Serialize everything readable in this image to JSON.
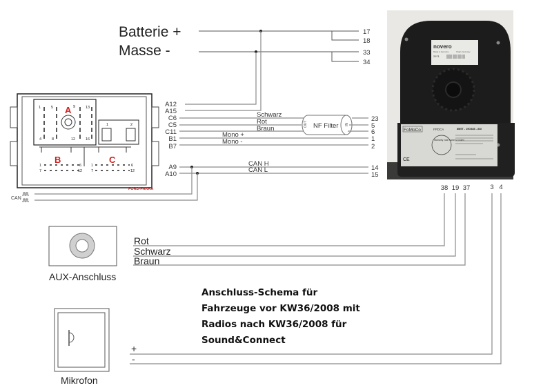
{
  "power": {
    "battery_label": "Batterie +",
    "ground_label": "Masse -",
    "battery_pins": [
      "17",
      "18"
    ],
    "ground_pins": [
      "33",
      "34"
    ]
  },
  "connector": {
    "name": "FORD-FAKRA",
    "blocks": {
      "a": "A",
      "b": "B",
      "c": "C"
    },
    "block_a_pins": [
      "1",
      "5",
      "9",
      "13",
      "4",
      "8",
      "12",
      "16"
    ],
    "block_b_pins": [
      "1",
      "6",
      "7",
      "12"
    ],
    "block_c_pins": [
      "1",
      "6",
      "7",
      "12"
    ],
    "block_small_pins": [
      "1",
      "2"
    ],
    "can_label": "CAN"
  },
  "wires": [
    {
      "from": "A12",
      "label": "",
      "to": ""
    },
    {
      "from": "A15",
      "label": "",
      "to": ""
    },
    {
      "from": "C6",
      "label": "Schwarz",
      "to": "23"
    },
    {
      "from": "C5",
      "label": "Rot",
      "to": "5"
    },
    {
      "from": "C11",
      "label": "Braun",
      "to": "6"
    },
    {
      "from": "B1",
      "label": "Mono +",
      "to": "1"
    },
    {
      "from": "B7",
      "label": "Mono -",
      "to": "2"
    },
    {
      "from": "A9",
      "label": "CAN H",
      "to": "14"
    },
    {
      "from": "A10",
      "label": "CAN L",
      "to": "15"
    }
  ],
  "filter": {
    "label": "NF Filter",
    "out_label": "OUT",
    "in_label": "IN"
  },
  "module": {
    "top_label_brand": "novero",
    "top_label_lines": [
      "Made in Germany",
      "Origin: Germany",
      "2971"
    ],
    "bottom_label_brand": "FoMoCo",
    "bottom_label_code": "FPDCA",
    "bottom_label_part": "8M5T - 19G488 - AM",
    "warranty_text": "Warranty void if seal is broken",
    "ce_mark": "CE",
    "bottom_pins": [
      "38",
      "19",
      "37",
      "3",
      "4"
    ]
  },
  "aux": {
    "label": "AUX-Anschluss",
    "wires": [
      "Rot",
      "Schwarz",
      "Braun"
    ]
  },
  "mic": {
    "label": "Mikrofon",
    "wires": [
      "+",
      "-"
    ]
  },
  "description": [
    "Anschluss-Schema für",
    "Fahrzeuge vor KW36/2008 mit",
    "Radios nach KW36/2008 für",
    "Sound&Connect"
  ],
  "colors": {
    "connector_letters": "#cc2222",
    "wire": "#8a8a8a",
    "module_body": "#1c1c1c"
  }
}
